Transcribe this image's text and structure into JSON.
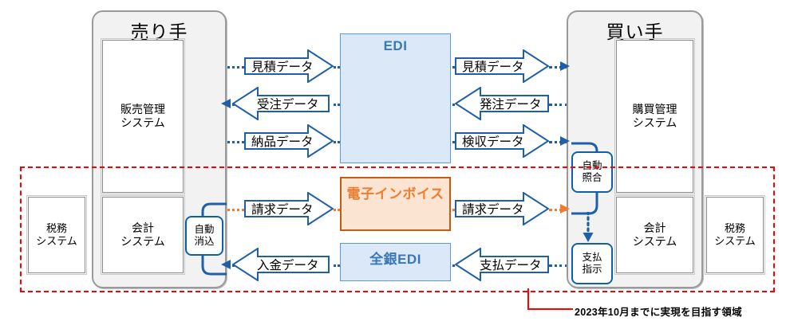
{
  "diagram": {
    "title_caption": "2023年10月までに実現を目指す領域",
    "colors": {
      "edi_fill": "#dbe8f7",
      "edi_border": "#5b9bd5",
      "edi_text": "#3a78b5",
      "invoice_fill": "#fce4d2",
      "invoice_border": "#c55a11",
      "invoice_text": "#ed7d31",
      "arrow_blue": "#1f5fa9",
      "arrow_orange": "#ed7d31",
      "region_red": "#ff0000",
      "party_fill": "#f2f2f2",
      "party_border": "#9a9a9a"
    }
  },
  "seller": {
    "title": "売り手",
    "sales_system": "販売管理\nシステム",
    "sales_system_line1": "販売管理",
    "sales_system_line2": "システム",
    "accounting_system_line1": "会計",
    "accounting_system_line2": "システム",
    "tax_system_line1": "税務",
    "tax_system_line2": "システム",
    "auto_clear_line1": "自動",
    "auto_clear_line2": "消込"
  },
  "buyer": {
    "title": "買い手",
    "purchase_system_line1": "購買管理",
    "purchase_system_line2": "システム",
    "accounting_system_line1": "会計",
    "accounting_system_line2": "システム",
    "tax_system_line1": "税務",
    "tax_system_line2": "システム",
    "auto_match_line1": "自動",
    "auto_match_line2": "照合",
    "payment_instruction_line1": "支払",
    "payment_instruction_line2": "指示"
  },
  "networks": {
    "edi": "EDI",
    "einvoice": "電子インボイス",
    "zengin_edi": "全銀EDI"
  },
  "flows": {
    "left": [
      {
        "label": "見積データ",
        "direction": "right"
      },
      {
        "label": "受注データ",
        "direction": "left"
      },
      {
        "label": "納品データ",
        "direction": "right"
      },
      {
        "label": "請求データ",
        "direction": "right"
      },
      {
        "label": "入金データ",
        "direction": "left"
      }
    ],
    "right": [
      {
        "label": "見積データ",
        "direction": "right"
      },
      {
        "label": "発注データ",
        "direction": "left"
      },
      {
        "label": "検収データ",
        "direction": "right"
      },
      {
        "label": "請求データ",
        "direction": "right"
      },
      {
        "label": "支払データ",
        "direction": "left"
      }
    ]
  }
}
